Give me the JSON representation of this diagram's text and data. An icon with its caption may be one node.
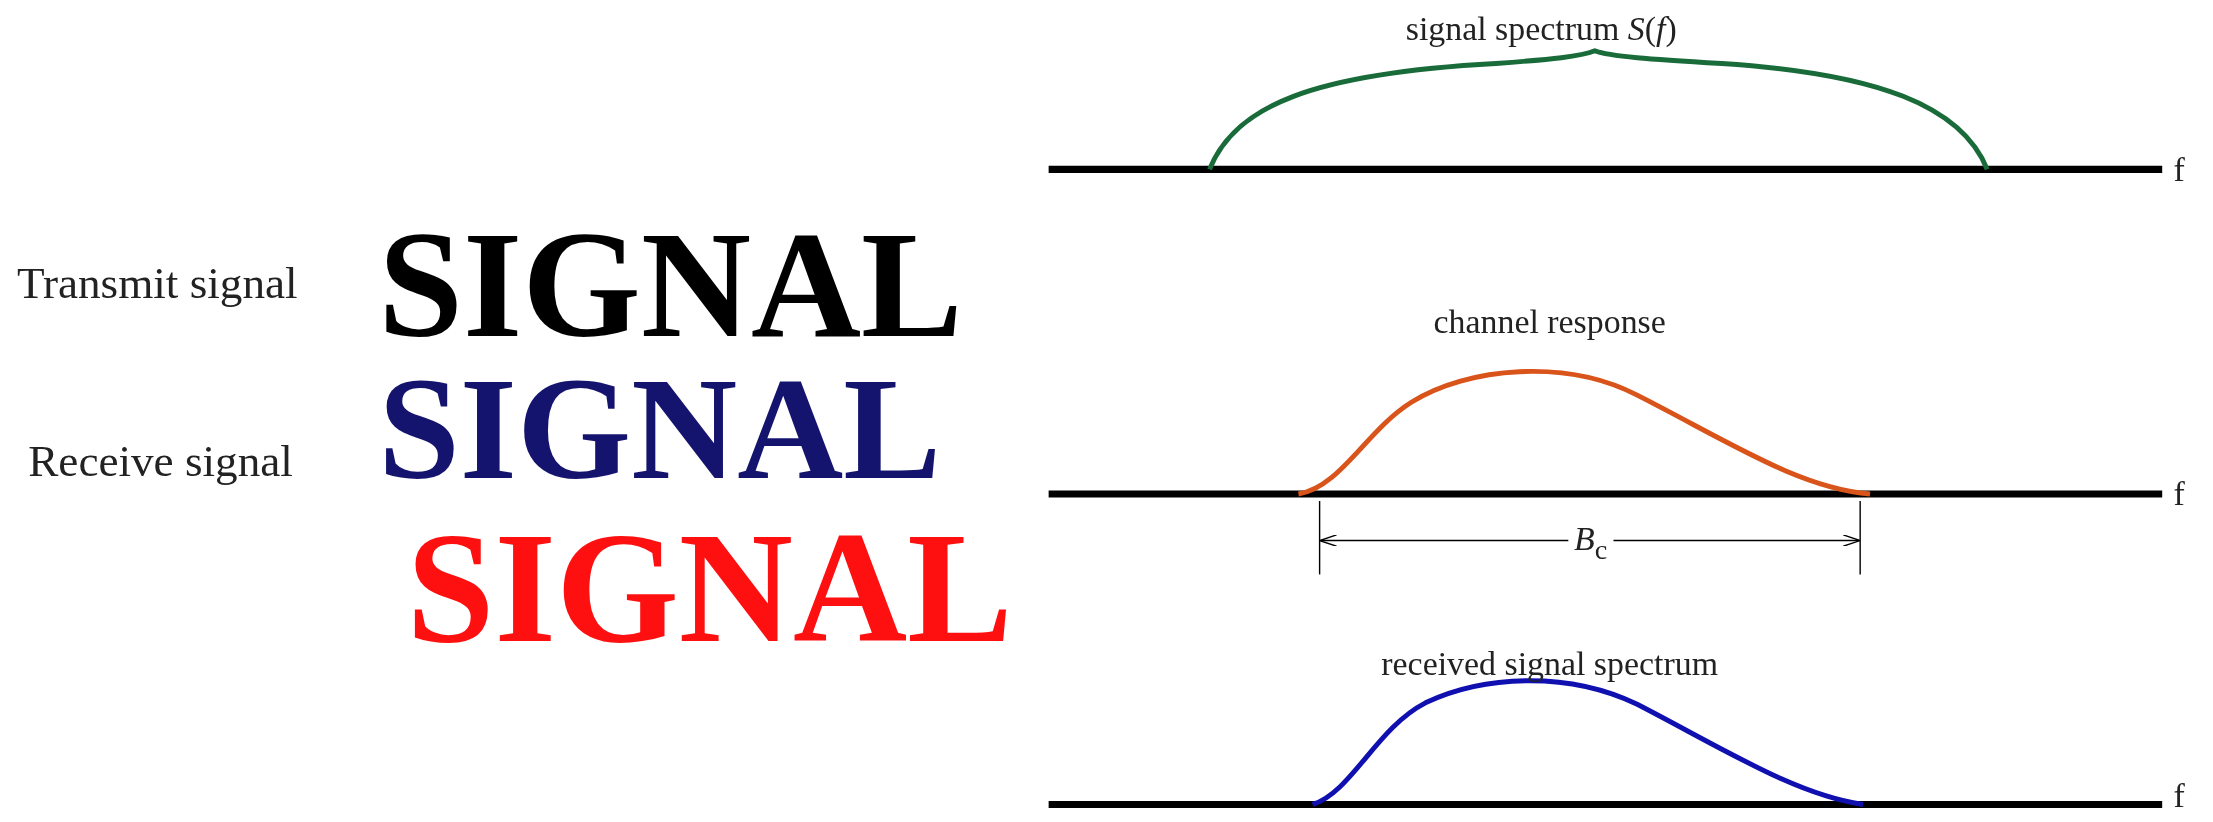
{
  "diagram": {
    "labels": [
      "signal spectrum *S*(*f*)",
      "f",
      "Transmit signal",
      "SIGNAL",
      "channel response",
      "Receive signal",
      "SIGNAL",
      "SIGNAL",
      "f",
      "*B*$_{c}$",
      "received signal spectrum",
      "f"
    ]
  }
}
